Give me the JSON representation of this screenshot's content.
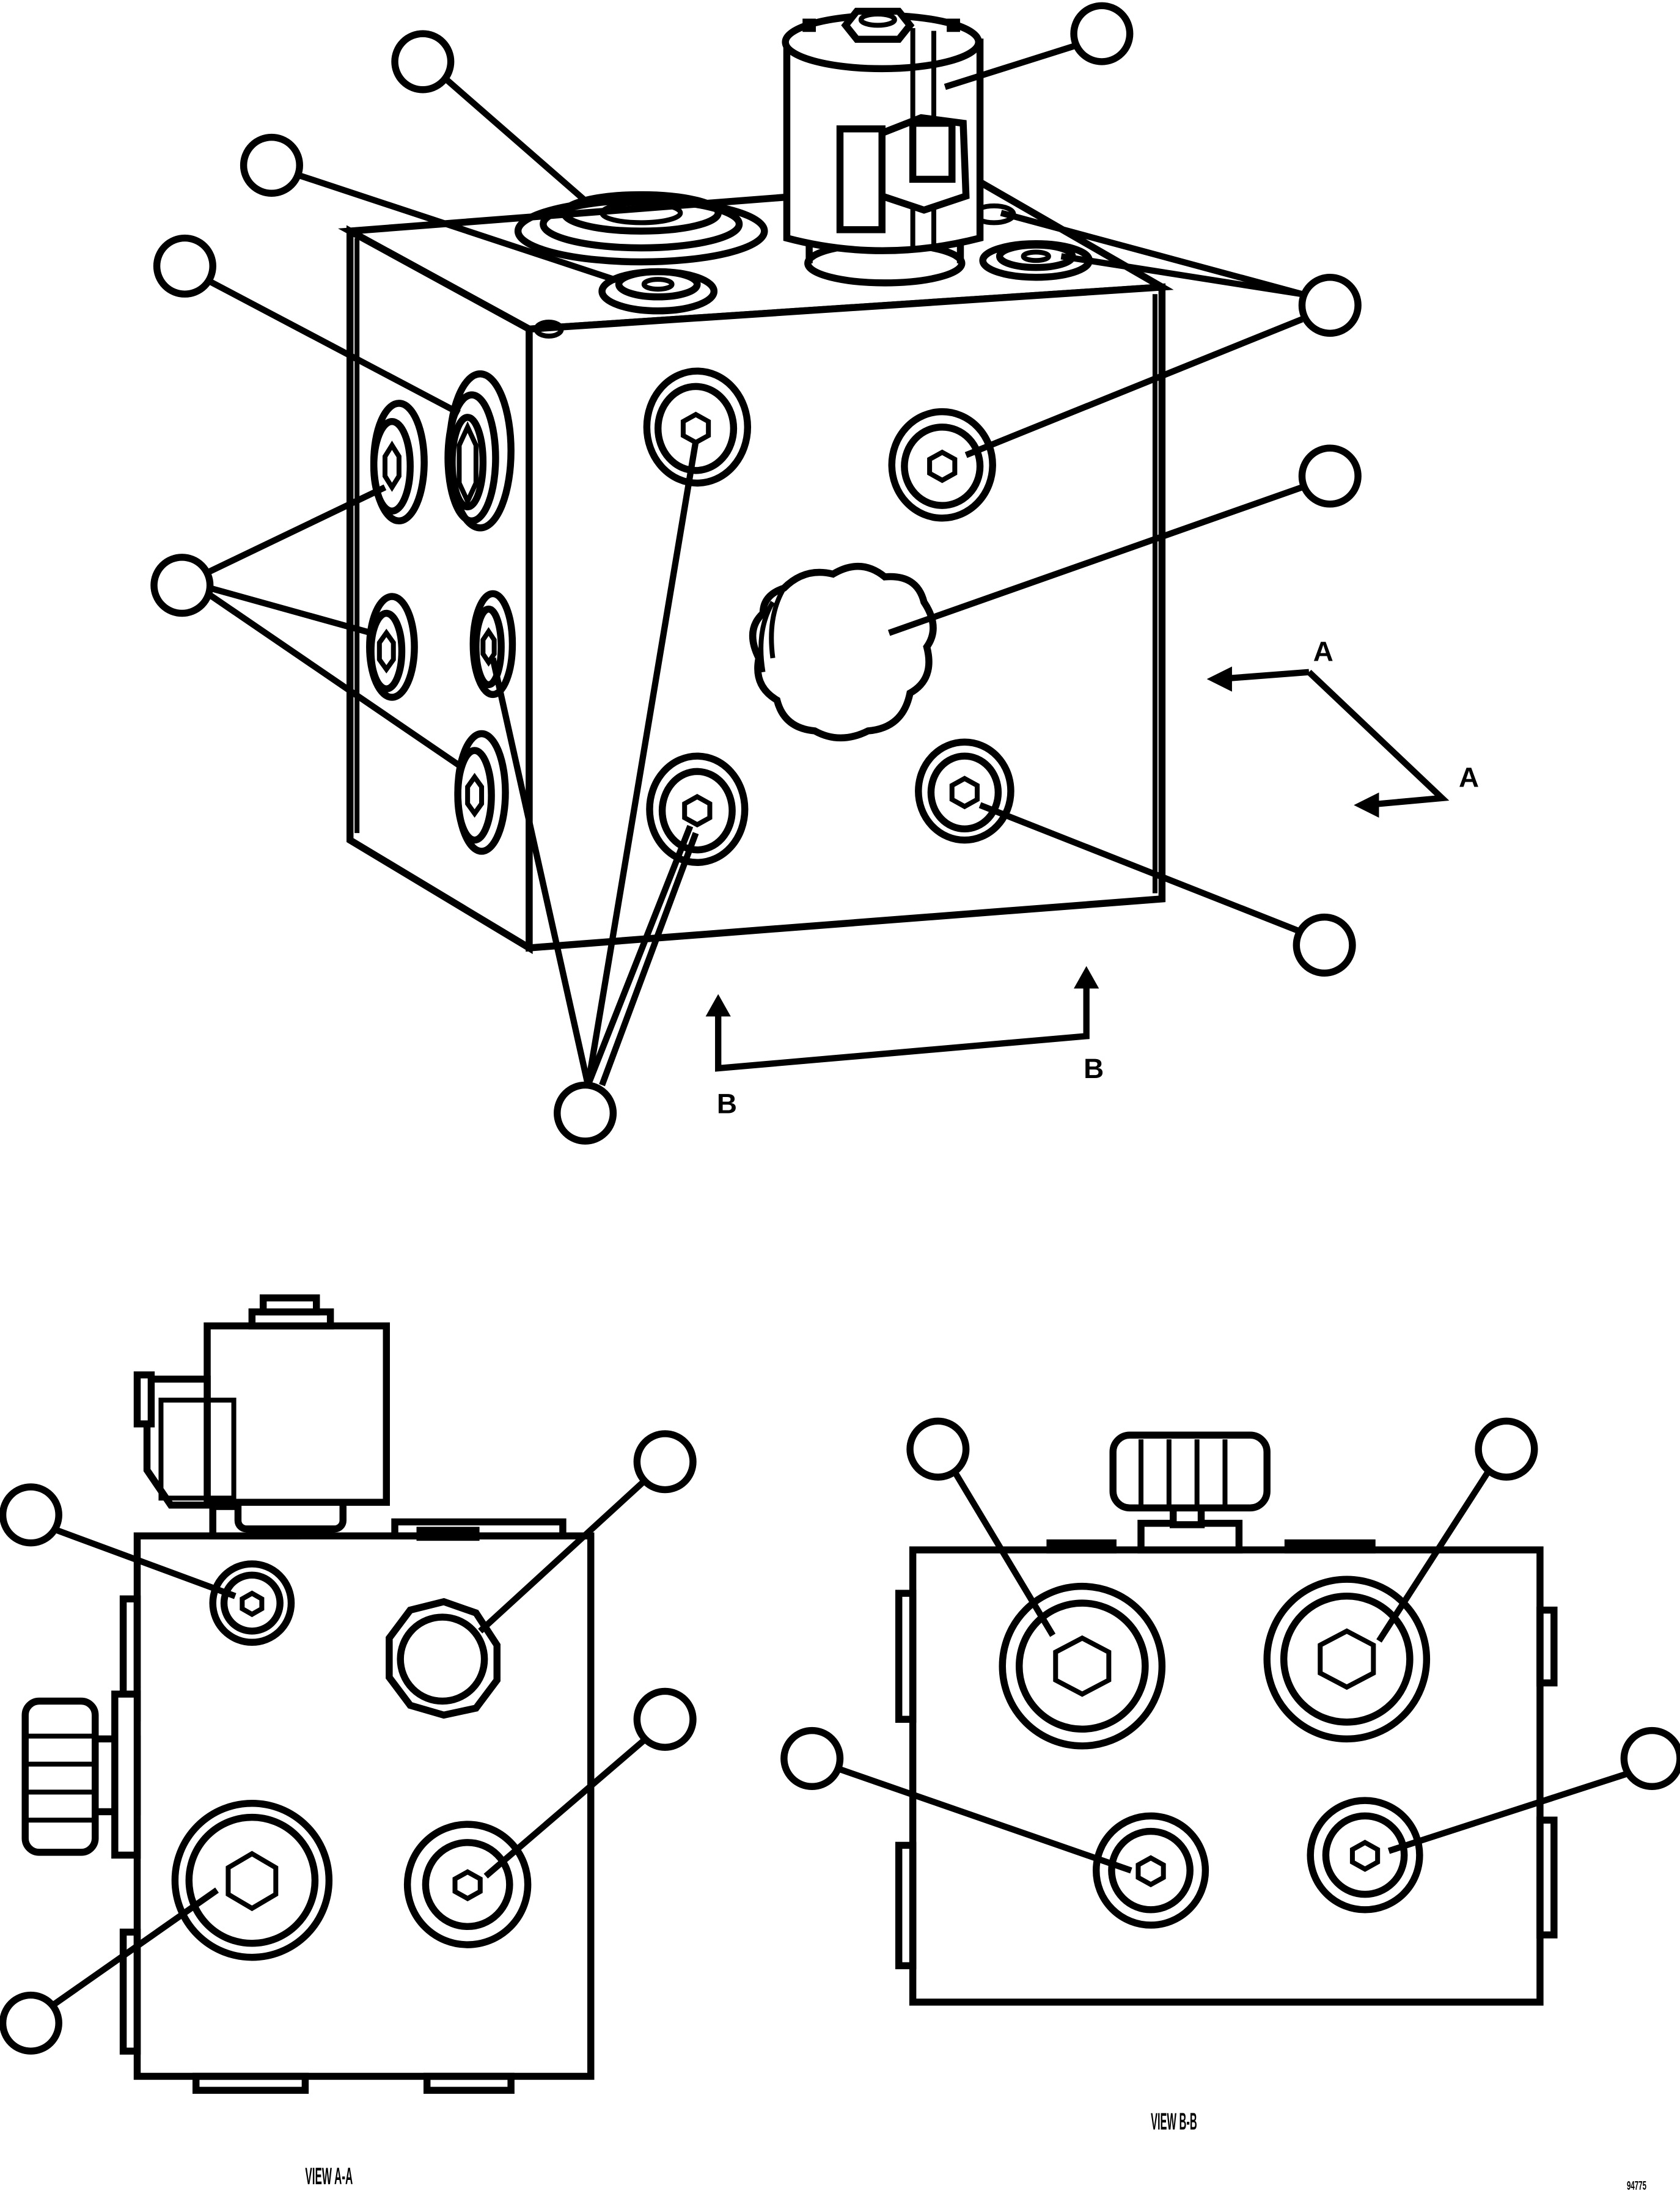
{
  "section_marks": {
    "a_upper": "A",
    "a_lower": "A",
    "b_left": "B",
    "b_right": "B"
  },
  "view_titles": {
    "view_aa": "VIEW A-A",
    "view_bb": "VIEW B-B"
  },
  "drawing_number": "94775"
}
